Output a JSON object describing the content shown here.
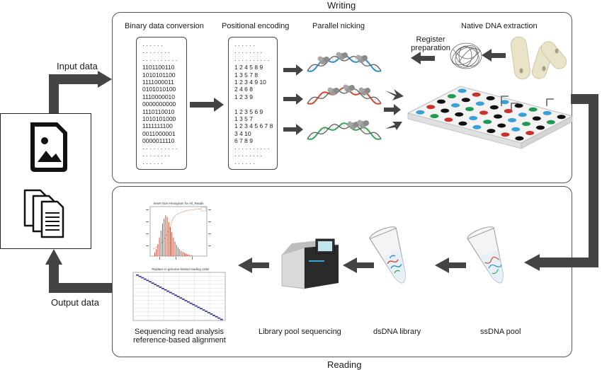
{
  "sections": {
    "writing": "Writing",
    "reading": "Reading"
  },
  "side": {
    "input": "Input data",
    "output": "Output data"
  },
  "writing_steps": {
    "binary": "Binary data conversion",
    "positional": "Positional encoding",
    "nicking": "Parallel nicking",
    "native": "Native DNA extraction",
    "register_1": "Register",
    "register_2": "preparation"
  },
  "binary_lines": [
    "· · · · · ·",
    "· · · · · · · ·",
    "· · · · · · · · · ·",
    "1101100110",
    "1010101100",
    "1111000011",
    "0101010100",
    "1110000010",
    "0000000000",
    "1110110010",
    "1010101000",
    "1111111100",
    "0011000001",
    "0000011110",
    "· · · · · · · · · ·",
    "· · · · · · · ·",
    "· · · · · ·"
  ],
  "positional_lines": [
    "· · · · · ·",
    "· · · · · · · ·",
    "· · · · · · · · · ·",
    "1 2 4 5 8 9",
    "1 3 5 7 8",
    "1 2 3 4 9 10",
    "2 4 6 8",
    "1 2 3 9",
    "",
    "1 2 3 5 6 9",
    "1 3 5 7",
    "1 2 3 4 5 6 7 8",
    "3 4 10",
    "6 7 8 9",
    "· · · · · · · · · ·",
    "· · · · · · · ·",
    "· · · · · ·"
  ],
  "reading_steps": {
    "analysis_1": "Sequencing read analysis",
    "analysis_2": "reference-based alignment",
    "sequencing": "Library pool sequencing",
    "dsdna": "dsDNA library",
    "ssdna": "ssDNA pool"
  },
  "histogram": {
    "title": "Insert Size Histogram for All_Reads"
  },
  "alignment": {
    "title": "Replace in genome-limited reading order"
  },
  "colors": {
    "arrow": "#444444",
    "strand_blue": "#2f8fc4",
    "strand_red": "#d24a2a",
    "strand_green": "#3aa55a",
    "enzyme": "#9a9a9a",
    "well_black": "#111111",
    "well_blue": "#3aa0d8",
    "well_red": "#c8342b",
    "well_green": "#1f9a52"
  },
  "icons": [
    "image-file-icon",
    "documents-icon",
    "dna-tangle-icon",
    "bacteria-icon",
    "well-plate-icon",
    "sequencer-icon",
    "tube-icon"
  ]
}
